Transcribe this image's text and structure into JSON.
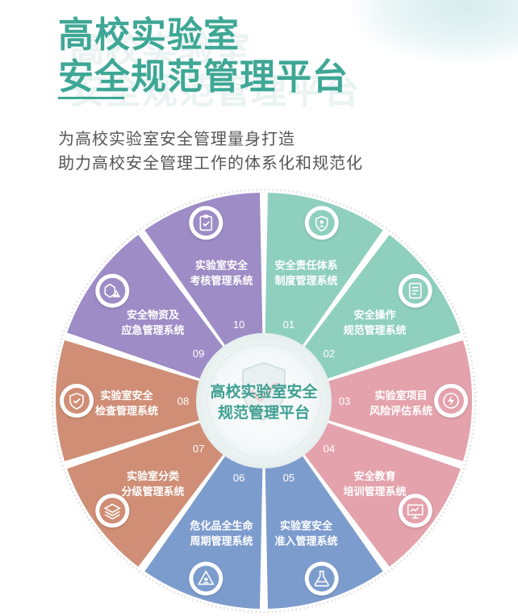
{
  "header": {
    "title_lines": [
      "高校实验室",
      "安全规范管理平台"
    ],
    "subtitle_lines": [
      "为高校实验室安全管理量身打造",
      "助力高校安全管理工作的体系化和规范化"
    ]
  },
  "center": {
    "lines": [
      "高校实验室安全",
      "规范管理平台"
    ]
  },
  "segments": [
    {
      "num": "01",
      "lines": [
        "安全责任体系",
        "制度管理系统"
      ],
      "color": "#8fcfbe",
      "icon": "person-shield-icon"
    },
    {
      "num": "02",
      "lines": [
        "安全操作",
        "规范管理系统"
      ],
      "color": "#8fcfbe",
      "icon": "document-icon"
    },
    {
      "num": "03",
      "lines": [
        "实验室项目",
        "风险评估系统"
      ],
      "color": "#e4a2ac",
      "icon": "lightning-icon"
    },
    {
      "num": "04",
      "lines": [
        "安全教育",
        "培训管理系统"
      ],
      "color": "#e4a2ac",
      "icon": "presentation-icon"
    },
    {
      "num": "05",
      "lines": [
        "实验室安全",
        "准入管理系统"
      ],
      "color": "#7d9cce",
      "icon": "flask-icon"
    },
    {
      "num": "06",
      "lines": [
        "危化品全生命",
        "周期管理系统"
      ],
      "color": "#7d9cce",
      "icon": "hazard-icon"
    },
    {
      "num": "07",
      "lines": [
        "实验室分类",
        "分级管理系统"
      ],
      "color": "#cf8e75",
      "icon": "layers-icon"
    },
    {
      "num": "08",
      "lines": [
        "实验室安全",
        "检查管理系统"
      ],
      "color": "#cf8e75",
      "icon": "shield-check-icon"
    },
    {
      "num": "09",
      "lines": [
        "安全物资及",
        "应急管理系统"
      ],
      "color": "#9d8cc6",
      "icon": "box-warning-icon"
    },
    {
      "num": "10",
      "lines": [
        "实验室安全",
        "考核管理系统"
      ],
      "color": "#9d8cc6",
      "icon": "clipboard-check-icon"
    }
  ]
}
